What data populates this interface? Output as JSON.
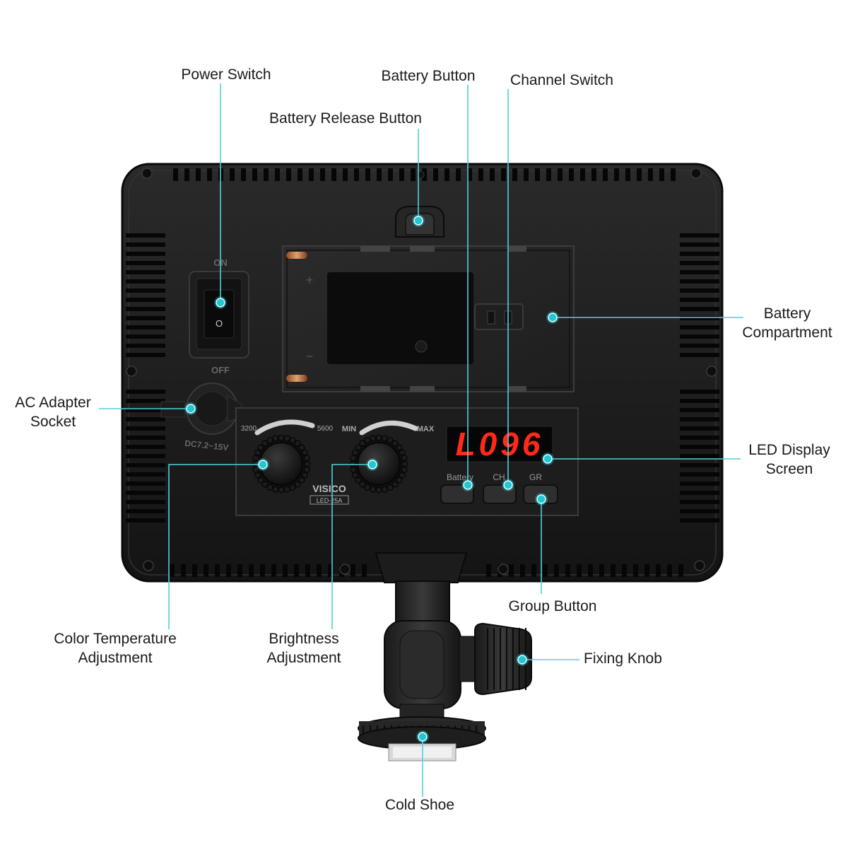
{
  "colors": {
    "accent": "#1ec8d4",
    "leader": "#4fd1da",
    "body": "#1b1b1b",
    "display_red": "#ff2a1a"
  },
  "panel": {
    "switch_on": "ON",
    "switch_off": "OFF",
    "power_symbol": "O",
    "dc_rating": "DC7.2~15V",
    "temp_min": "3200",
    "temp_max": "5600",
    "bright_min": "MIN",
    "bright_max": "MAX",
    "brand": "VISICO",
    "model": "LED-25A",
    "display_text": "L096",
    "btn_battery": "Battery",
    "btn_ch": "CH",
    "btn_gr": "GR",
    "plus_symbol": "+",
    "minus_symbol": "−"
  },
  "callouts": {
    "power_switch": [
      "Power Switch"
    ],
    "battery_button": [
      "Battery Button"
    ],
    "channel_switch": [
      "Channel Switch"
    ],
    "battery_release_button": [
      "Battery Release Button"
    ],
    "battery_compartment": [
      "Battery",
      "Compartment"
    ],
    "ac_adapter_socket": [
      "AC Adapter",
      "Socket"
    ],
    "led_display_screen": [
      "LED Display",
      "Screen"
    ],
    "group_button": [
      "Group Button"
    ],
    "color_temperature_adjustment": [
      "Color Temperature",
      "Adjustment"
    ],
    "brightness_adjustment": [
      "Brightness",
      "Adjustment"
    ],
    "fixing_knob": [
      "Fixing Knob"
    ],
    "cold_shoe": [
      "Cold Shoe"
    ]
  }
}
